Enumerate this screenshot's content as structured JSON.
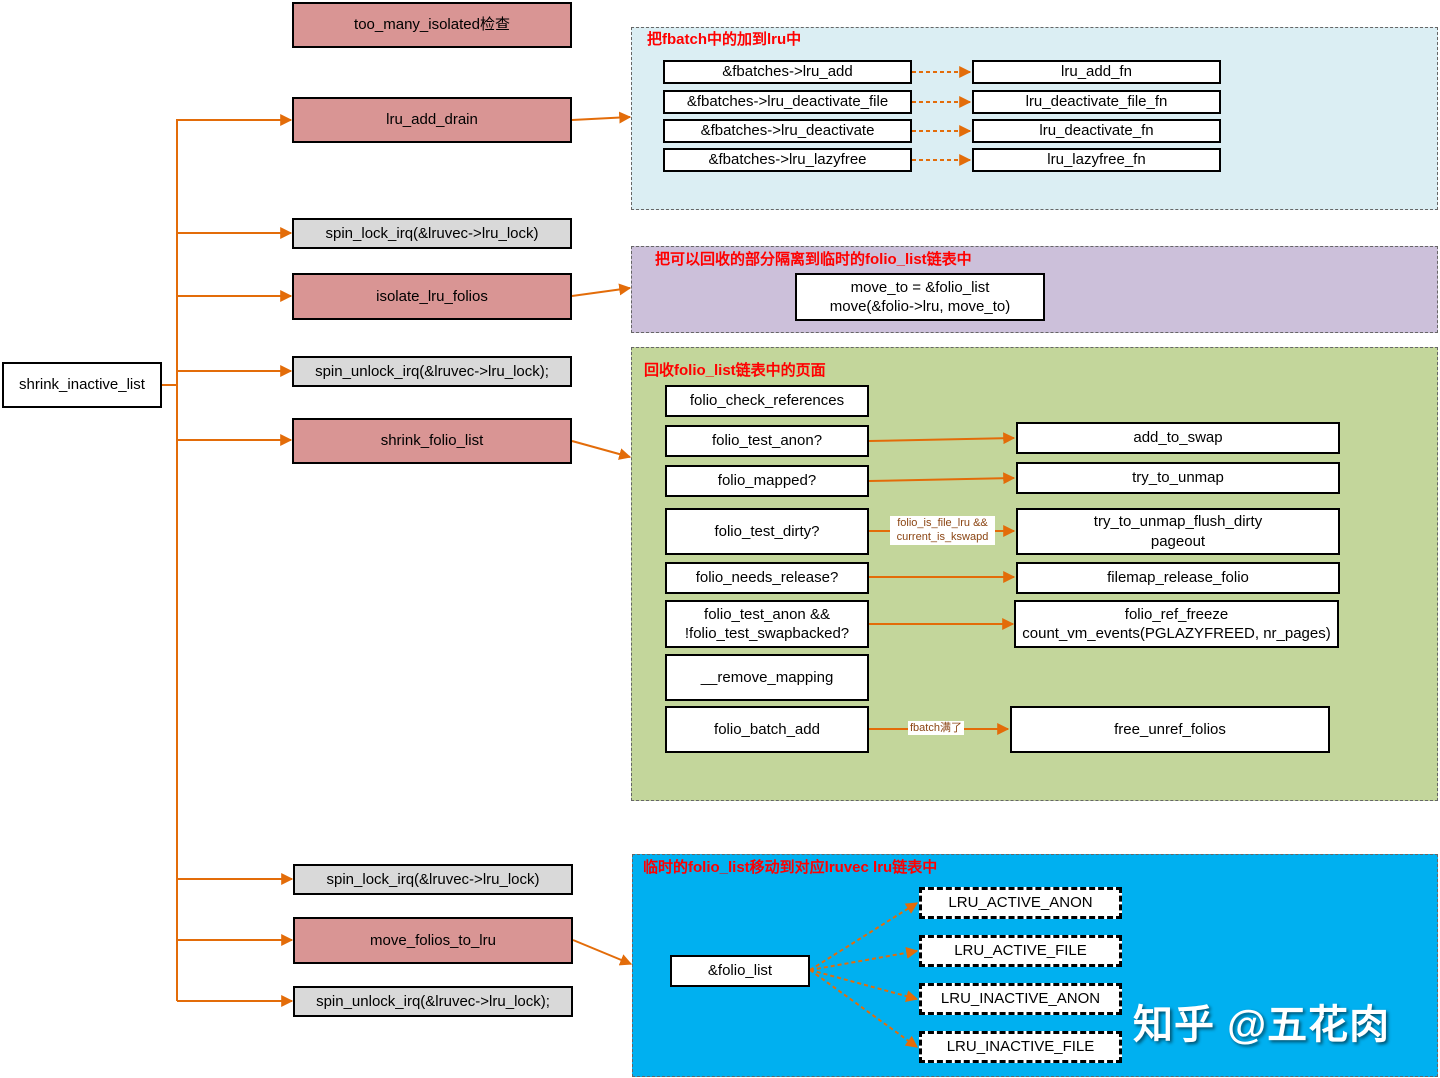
{
  "colors": {
    "arrow": "#e36c09",
    "func_box": "#d99594",
    "lock_box": "#d9d9d9",
    "region_lru_add": "#dbeef3",
    "region_isolate": "#ccc0da",
    "region_shrink": "#c3d69b",
    "region_move": "#00b0f0",
    "title": "#ff0000"
  },
  "main": {
    "root": "shrink_inactive_list",
    "steps": [
      "too_many_isolated检查",
      "lru_add_drain",
      "spin_lock_irq(&lruvec->lru_lock)",
      "isolate_lru_folios",
      "spin_unlock_irq(&lruvec->lru_lock);",
      "shrink_folio_list",
      "spin_lock_irq(&lruvec->lru_lock)",
      "move_folios_to_lru",
      "spin_unlock_irq(&lruvec->lru_lock);"
    ]
  },
  "lru_add": {
    "title": "把fbatch中的加到lru中",
    "sources": [
      "&fbatches->lru_add",
      "&fbatches->lru_deactivate_file",
      "&fbatches->lru_deactivate",
      "&fbatches->lru_lazyfree"
    ],
    "targets": [
      "lru_add_fn",
      "lru_deactivate_file_fn",
      "lru_deactivate_fn",
      "lru_lazyfree_fn"
    ]
  },
  "isolate": {
    "title": "把可以回收的部分隔离到临时的folio_list链表中",
    "code": "move_to = &folio_list\nmove(&folio->lru, move_to)"
  },
  "shrink": {
    "title": "回收folio_list链表中的页面",
    "checks": [
      "folio_check_references",
      "folio_test_anon?",
      "folio_mapped?",
      "folio_test_dirty?",
      "folio_needs_release?",
      "folio_test_anon &&\n!folio_test_swapbacked?",
      "__remove_mapping",
      "folio_batch_add"
    ],
    "actions": [
      "add_to_swap",
      "try_to_unmap",
      "try_to_unmap_flush_dirty\npageout",
      "filemap_release_folio",
      "folio_ref_freeze\ncount_vm_events(PGLAZYFREED, nr_pages)",
      "free_unref_folios"
    ],
    "dirty_condition": "folio_is_file_lru &&\ncurrent_is_kswapd",
    "batch_condition": "fbatch满了"
  },
  "move": {
    "title": "临时的folio_list移动到对应lruvec lru链表中",
    "source": "&folio_list",
    "targets": [
      "LRU_ACTIVE_ANON",
      "LRU_ACTIVE_FILE",
      "LRU_INACTIVE_ANON",
      "LRU_INACTIVE_FILE"
    ]
  },
  "watermark": "知乎 @五花肉"
}
